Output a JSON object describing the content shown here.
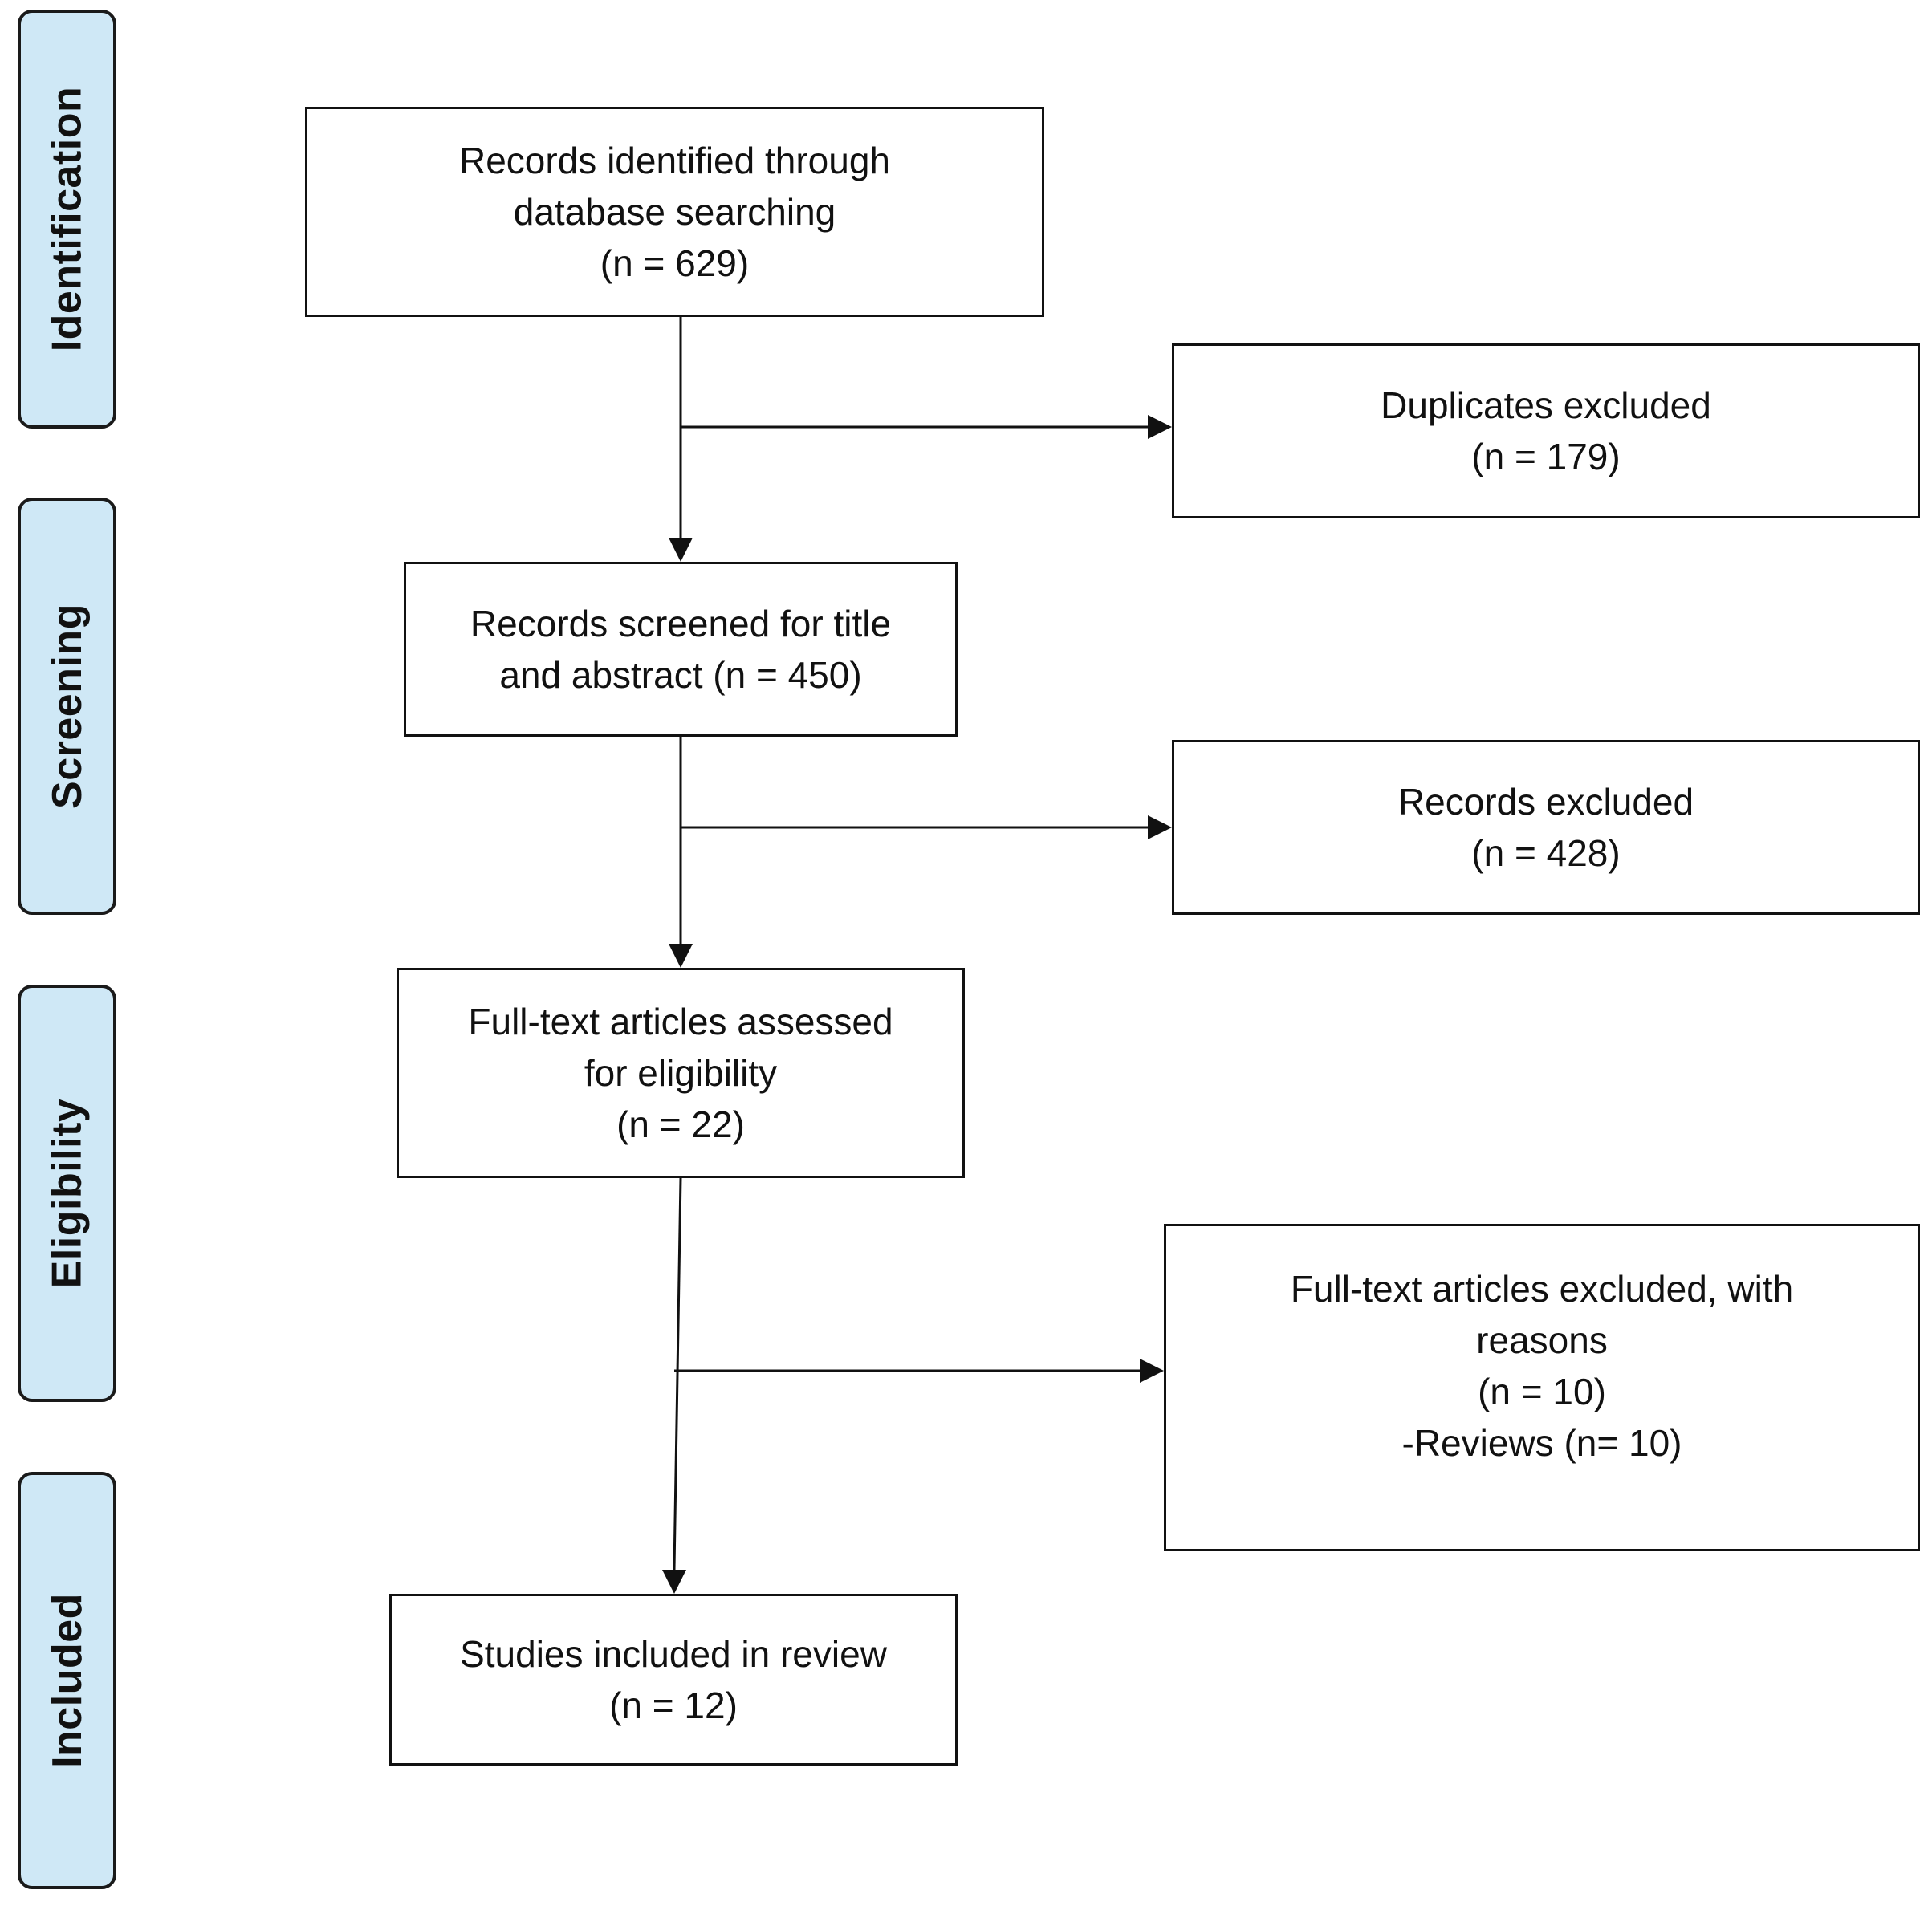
{
  "phases": {
    "identification": "Identification",
    "screening": "Screening",
    "eligibility": "Eligibility",
    "included": "Included"
  },
  "boxes": {
    "records_identified": {
      "lines": [
        "Records identified through",
        "database searching",
        "(n = 629)"
      ]
    },
    "duplicates_excluded": {
      "lines": [
        "Duplicates excluded",
        "(n = 179)"
      ]
    },
    "records_screened": {
      "lines": [
        "Records screened for title",
        "and abstract (n = 450)"
      ]
    },
    "records_excluded": {
      "lines": [
        "Records excluded",
        "(n = 428)"
      ]
    },
    "fulltext_assessed": {
      "lines": [
        "Full-text articles assessed",
        "for eligibility",
        "(n = 22)"
      ]
    },
    "fulltext_excluded": {
      "lines": [
        "Full-text articles excluded, with",
        "reasons",
        "(n = 10)",
        "-Reviews (n= 10)"
      ]
    },
    "studies_included": {
      "lines": [
        "Studies included in review",
        "(n = 12)"
      ]
    }
  },
  "colors": {
    "phase_fill": "#cfe8f6",
    "stroke": "#111111"
  }
}
